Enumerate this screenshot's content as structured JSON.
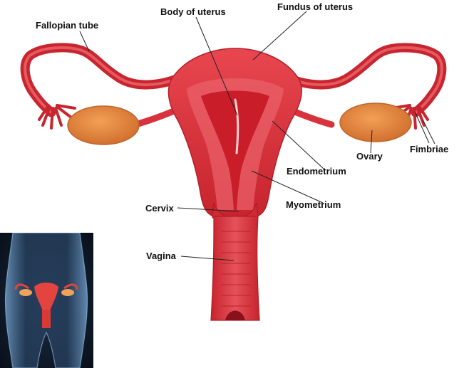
{
  "labels": {
    "fallopian_tube": "Fallopian tube",
    "body_of_uterus": "Body of uterus",
    "fundus_of_uterus": "Fundus of uterus",
    "ovary": "Ovary",
    "fimbriae": "Fimbriae",
    "endometrium": "Endometrium",
    "myometrium": "Myometrium",
    "cervix": "Cervix",
    "vagina": "Vagina"
  },
  "colors": {
    "uterus_wall": "#d8323c",
    "uterus_light": "#ee6e70",
    "ovary": "#e58a42",
    "inset_background": "#0e1a2a",
    "inset_body_glow": "#5d87b0",
    "leader_line": "#222222"
  }
}
